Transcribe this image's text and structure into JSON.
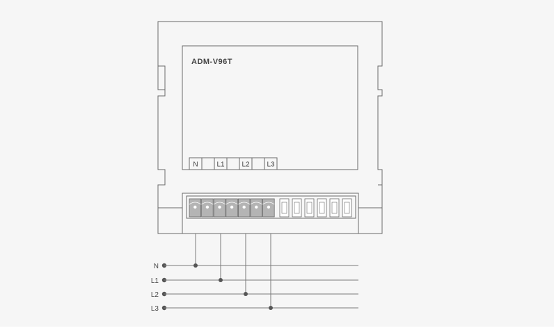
{
  "diagram": {
    "model_label": "ADM-V96T",
    "terminal_labels": [
      "N",
      "",
      "L1",
      "",
      "L2",
      "",
      "L3"
    ],
    "bus_lines": [
      {
        "label": "N"
      },
      {
        "label": "L1"
      },
      {
        "label": "L2"
      },
      {
        "label": "L3"
      }
    ],
    "colors": {
      "background_panel": "#f6f6f6",
      "outline": "#6a6a6a",
      "wire": "#7a7a7a",
      "terminal_fill": "#b4b4b4",
      "terminal_dot": "#ffffff",
      "node": "#555555",
      "text": "#444444"
    }
  }
}
